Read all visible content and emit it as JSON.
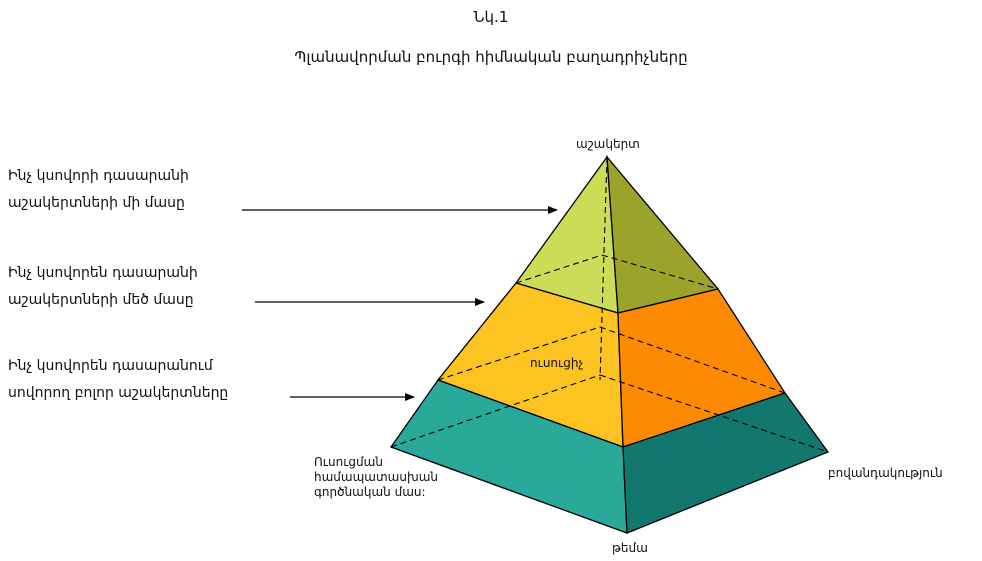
{
  "figure": {
    "number": "Նկ.1",
    "title": "Պլանավորման բուրգի հիմնական բաղադրիչները"
  },
  "left_labels": [
    {
      "line1": "Ինչ կսովորի դասարանի",
      "line2": "աշակերտների մի մասը"
    },
    {
      "line1": "Ինչ կսովորեն  դասարանի",
      "line2": "աշակերտների մեծ մասը"
    },
    {
      "line1": "Ինչ կսովորեն դասարանում",
      "line2": "սովորող բոլոր աշակերտները"
    }
  ],
  "vertex_labels": {
    "top": "աշակերտ",
    "center": "ուսուցիչ",
    "right": "բովանդակություն",
    "bottom": "թեմա",
    "left_line1": "Ուսուցման",
    "left_line2": "համապատասխան",
    "left_line3": "գործնական մաս:"
  },
  "colors": {
    "top_left": "#cddc56",
    "top_right": "#9ca32a",
    "mid_left": "#fdc321",
    "mid_right": "#fd8a02",
    "base_left": "#29a99a",
    "base_right": "#12786d"
  }
}
